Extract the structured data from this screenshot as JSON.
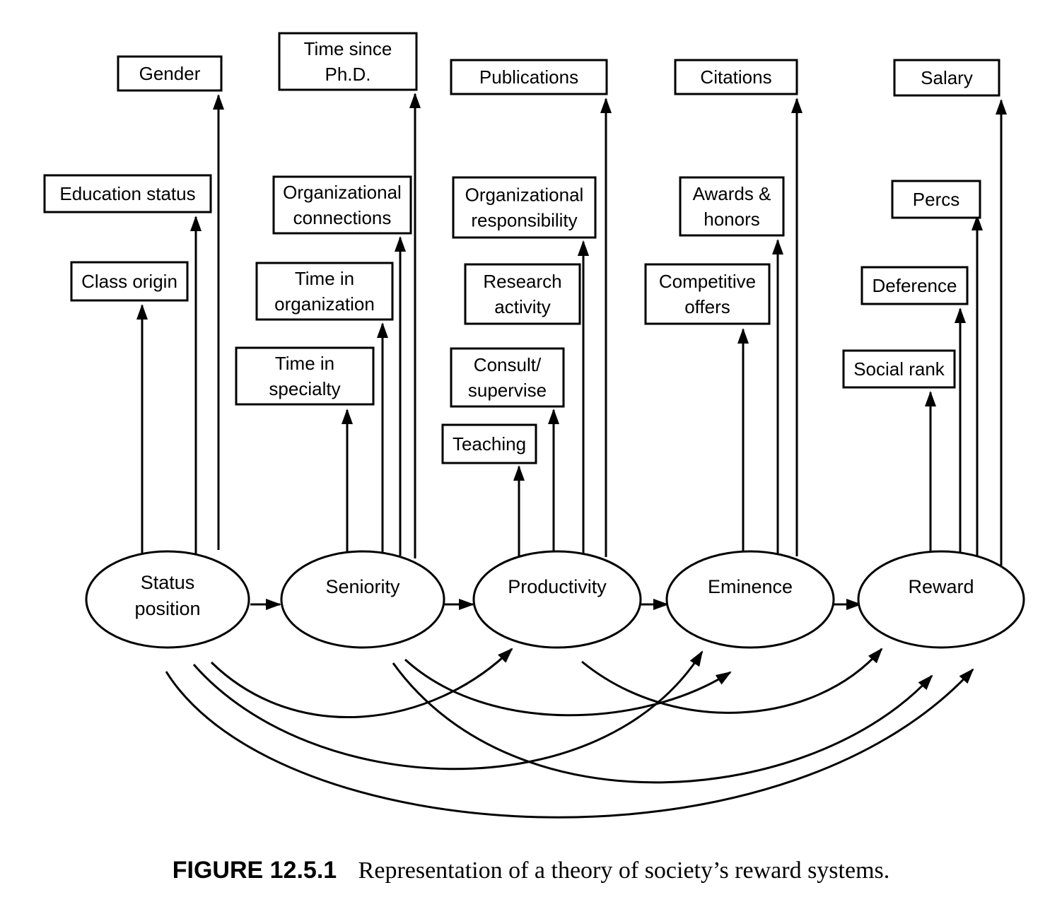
{
  "nodes": {
    "status": [
      "Status",
      "position"
    ],
    "seniority": [
      "Seniority"
    ],
    "productivity": [
      "Productivity"
    ],
    "eminence": [
      "Eminence"
    ],
    "reward": [
      "Reward"
    ]
  },
  "boxes": {
    "gender": [
      "Gender"
    ],
    "education_status": [
      "Education status"
    ],
    "class_origin": [
      "Class origin"
    ],
    "time_since_phd": [
      "Time since",
      "Ph.D."
    ],
    "org_connections": [
      "Organizational",
      "connections"
    ],
    "time_in_org": [
      "Time in",
      "organization"
    ],
    "time_in_specialty": [
      "Time in",
      "specialty"
    ],
    "publications": [
      "Publications"
    ],
    "org_responsibility": [
      "Organizational",
      "responsibility"
    ],
    "research_activity": [
      "Research",
      "activity"
    ],
    "consult_supervise": [
      "Consult/",
      "supervise"
    ],
    "teaching": [
      "Teaching"
    ],
    "citations": [
      "Citations"
    ],
    "awards_honors": [
      "Awards &",
      "honors"
    ],
    "competitive_offers": [
      "Competitive",
      "offers"
    ],
    "salary": [
      "Salary"
    ],
    "percs": [
      "Percs"
    ],
    "deference": [
      "Deference"
    ],
    "social_rank": [
      "Social rank"
    ]
  },
  "edges": [
    {
      "from": "status",
      "to": "seniority"
    },
    {
      "from": "seniority",
      "to": "productivity"
    },
    {
      "from": "productivity",
      "to": "eminence"
    },
    {
      "from": "eminence",
      "to": "reward"
    },
    {
      "from": "status",
      "to": "class_origin"
    },
    {
      "from": "status",
      "to": "education_status"
    },
    {
      "from": "status",
      "to": "gender"
    },
    {
      "from": "seniority",
      "to": "time_in_specialty"
    },
    {
      "from": "seniority",
      "to": "time_in_org"
    },
    {
      "from": "seniority",
      "to": "org_connections"
    },
    {
      "from": "seniority",
      "to": "time_since_phd"
    },
    {
      "from": "productivity",
      "to": "teaching"
    },
    {
      "from": "productivity",
      "to": "consult_supervise"
    },
    {
      "from": "productivity",
      "to": "research_activity"
    },
    {
      "from": "productivity",
      "to": "org_responsibility"
    },
    {
      "from": "productivity",
      "to": "publications"
    },
    {
      "from": "eminence",
      "to": "competitive_offers"
    },
    {
      "from": "eminence",
      "to": "awards_honors"
    },
    {
      "from": "eminence",
      "to": "citations"
    },
    {
      "from": "reward",
      "to": "social_rank"
    },
    {
      "from": "reward",
      "to": "deference"
    },
    {
      "from": "reward",
      "to": "percs"
    },
    {
      "from": "reward",
      "to": "salary"
    },
    {
      "from": "status",
      "to": "productivity"
    },
    {
      "from": "status",
      "to": "eminence"
    },
    {
      "from": "status",
      "to": "reward"
    },
    {
      "from": "seniority",
      "to": "eminence"
    },
    {
      "from": "seniority",
      "to": "reward"
    },
    {
      "from": "productivity",
      "to": "reward"
    }
  ],
  "caption": {
    "label": "FIGURE 12.5.1",
    "text": "Representation of a theory of society’s reward systems."
  }
}
